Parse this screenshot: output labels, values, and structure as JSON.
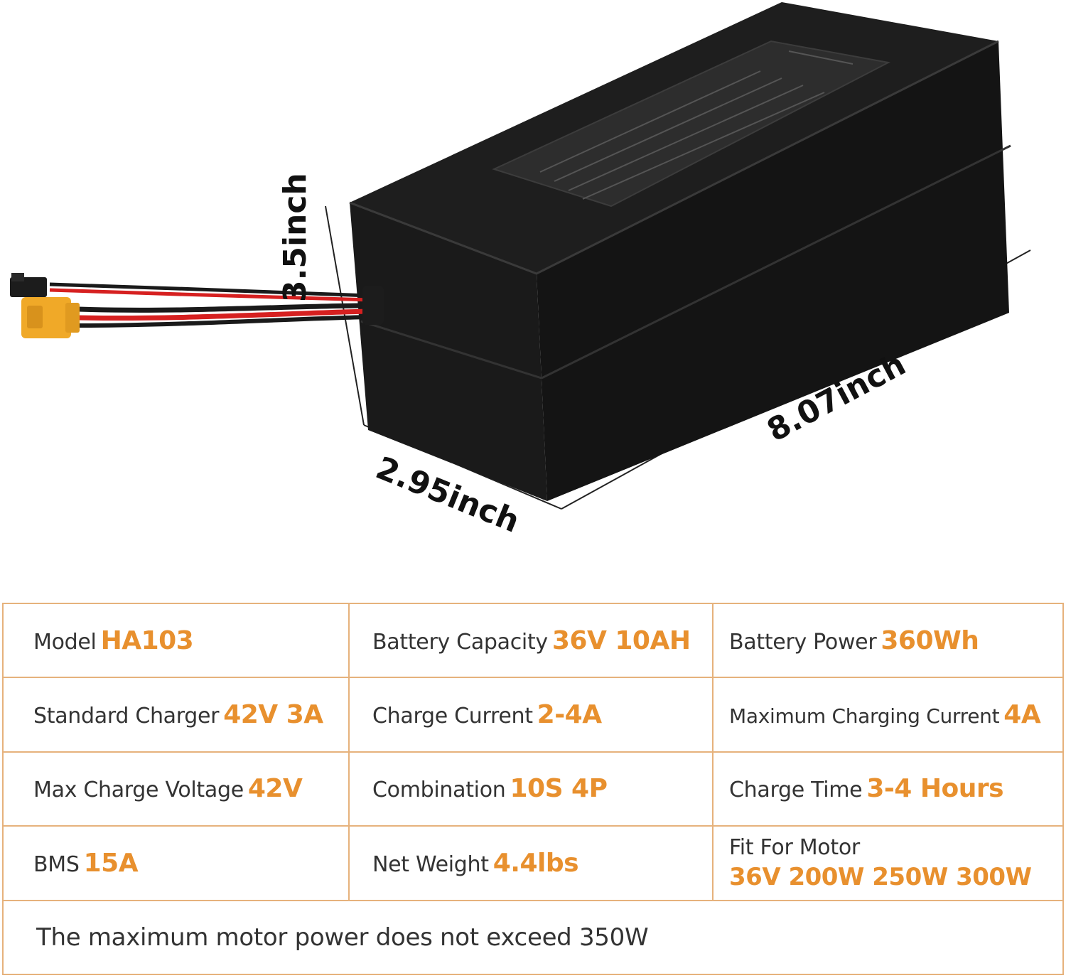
{
  "dimensions": {
    "height": "3.5inch",
    "length": "8.07inch",
    "width": "2.95inch"
  },
  "colors": {
    "accent": "#e8902e",
    "border": "#e6b27c",
    "battery": "#1a1a1a",
    "connector": "#f0a928",
    "wire_red": "#d62020"
  },
  "specs": {
    "row1": [
      {
        "label": "Model",
        "value": "HA103"
      },
      {
        "label": "Battery Capacity",
        "value": "36V 10AH"
      },
      {
        "label": "Battery Power",
        "value": "360Wh"
      }
    ],
    "row2": [
      {
        "label": "Standard Charger",
        "value": "42V 3A"
      },
      {
        "label": "Charge Current",
        "value": "2-4A"
      },
      {
        "label": "Maximum Charging Current",
        "value": "4A"
      }
    ],
    "row3": [
      {
        "label": "Max Charge Voltage",
        "value": "42V"
      },
      {
        "label": "Combination",
        "value": "10S 4P"
      },
      {
        "label": "Charge Time",
        "value": "3-4 Hours"
      }
    ],
    "row4": [
      {
        "label": "BMS",
        "value": "15A"
      },
      {
        "label": "Net Weight",
        "value": "4.4lbs"
      },
      {
        "label": "Fit For Motor",
        "value": "36V 200W 250W 300W"
      }
    ],
    "note": "The maximum motor power does not exceed 350W"
  }
}
